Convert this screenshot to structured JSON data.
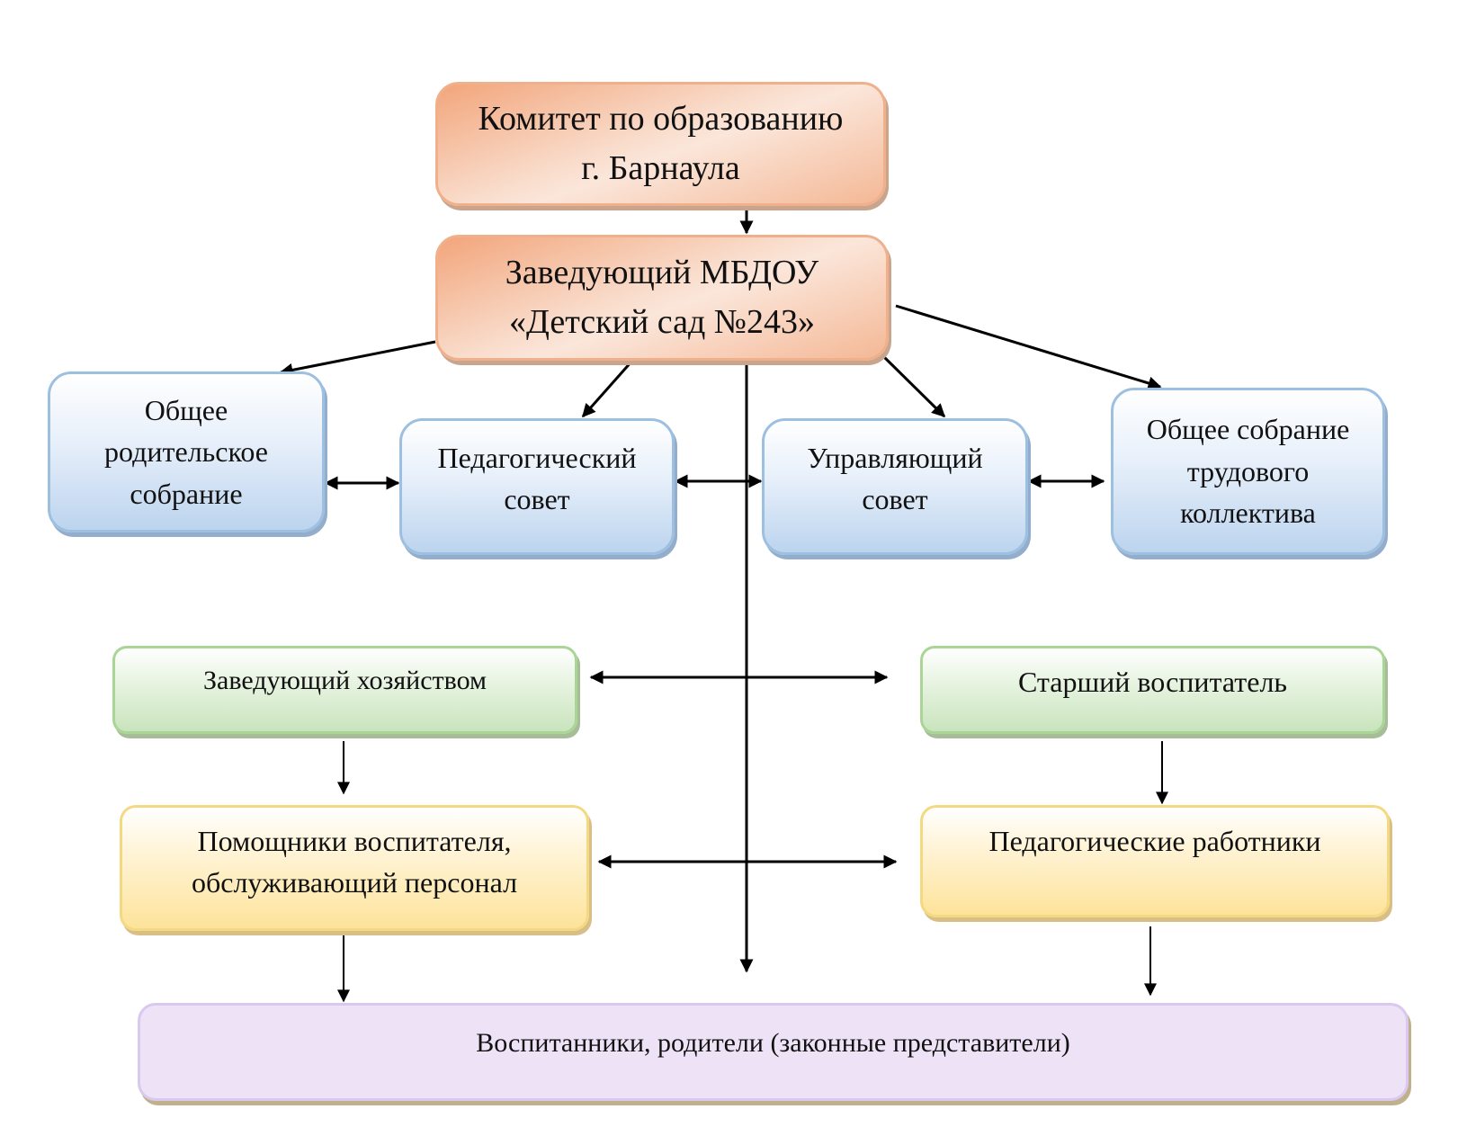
{
  "diagram": {
    "nodes": {
      "committee": {
        "label": "Комитет по образованию\nг. Барнаула",
        "color": "#f4b896"
      },
      "head": {
        "label": "Заведующий МБДОУ\n«Детский сад №243»",
        "color": "#f4b896"
      },
      "parents_meeting": {
        "label": "Общее\nродительское\nсобрание",
        "color": "#bcd4ee"
      },
      "ped_council": {
        "label": "Педагогический\nсовет",
        "color": "#bcd4ee"
      },
      "gov_council": {
        "label": "Управляющий\nсовет",
        "color": "#bcd4ee"
      },
      "staff_meeting": {
        "label": "Общее собрание\nтрудового\nколлектива",
        "color": "#bcd4ee"
      },
      "housekeeping": {
        "label": "Заведующий хозяйством",
        "color": "#c9e4bd"
      },
      "senior_teacher": {
        "label": "Старший воспитатель",
        "color": "#c9e4bd"
      },
      "assistants": {
        "label": "Помощники воспитателя,\nобслуживающий персонал",
        "color": "#fde39a"
      },
      "teachers": {
        "label": "Педагогические работники",
        "color": "#fde39a"
      },
      "pupils": {
        "label": "Воспитанники, родители (законные представители)",
        "color": "#ede2f6"
      }
    },
    "edges": [
      {
        "from": "committee",
        "to": "head",
        "type": "arrow"
      },
      {
        "from": "head",
        "to": "parents_meeting",
        "type": "arrow"
      },
      {
        "from": "head",
        "to": "ped_council",
        "type": "arrow"
      },
      {
        "from": "head",
        "to": "gov_council",
        "type": "arrow"
      },
      {
        "from": "head",
        "to": "staff_meeting",
        "type": "arrow"
      },
      {
        "from": "head",
        "to": "pupils",
        "type": "arrow"
      },
      {
        "from": "parents_meeting",
        "to": "ped_council",
        "type": "bidirectional"
      },
      {
        "from": "ped_council",
        "to": "gov_council",
        "type": "bidirectional"
      },
      {
        "from": "gov_council",
        "to": "staff_meeting",
        "type": "bidirectional"
      },
      {
        "from": "housekeeping",
        "to": "senior_teacher",
        "type": "bidirectional"
      },
      {
        "from": "assistants",
        "to": "teachers",
        "type": "bidirectional"
      },
      {
        "from": "housekeeping",
        "to": "assistants",
        "type": "arrow"
      },
      {
        "from": "senior_teacher",
        "to": "teachers",
        "type": "arrow"
      },
      {
        "from": "assistants",
        "to": "pupils",
        "type": "arrow"
      },
      {
        "from": "teachers",
        "to": "pupils",
        "type": "arrow"
      }
    ]
  }
}
